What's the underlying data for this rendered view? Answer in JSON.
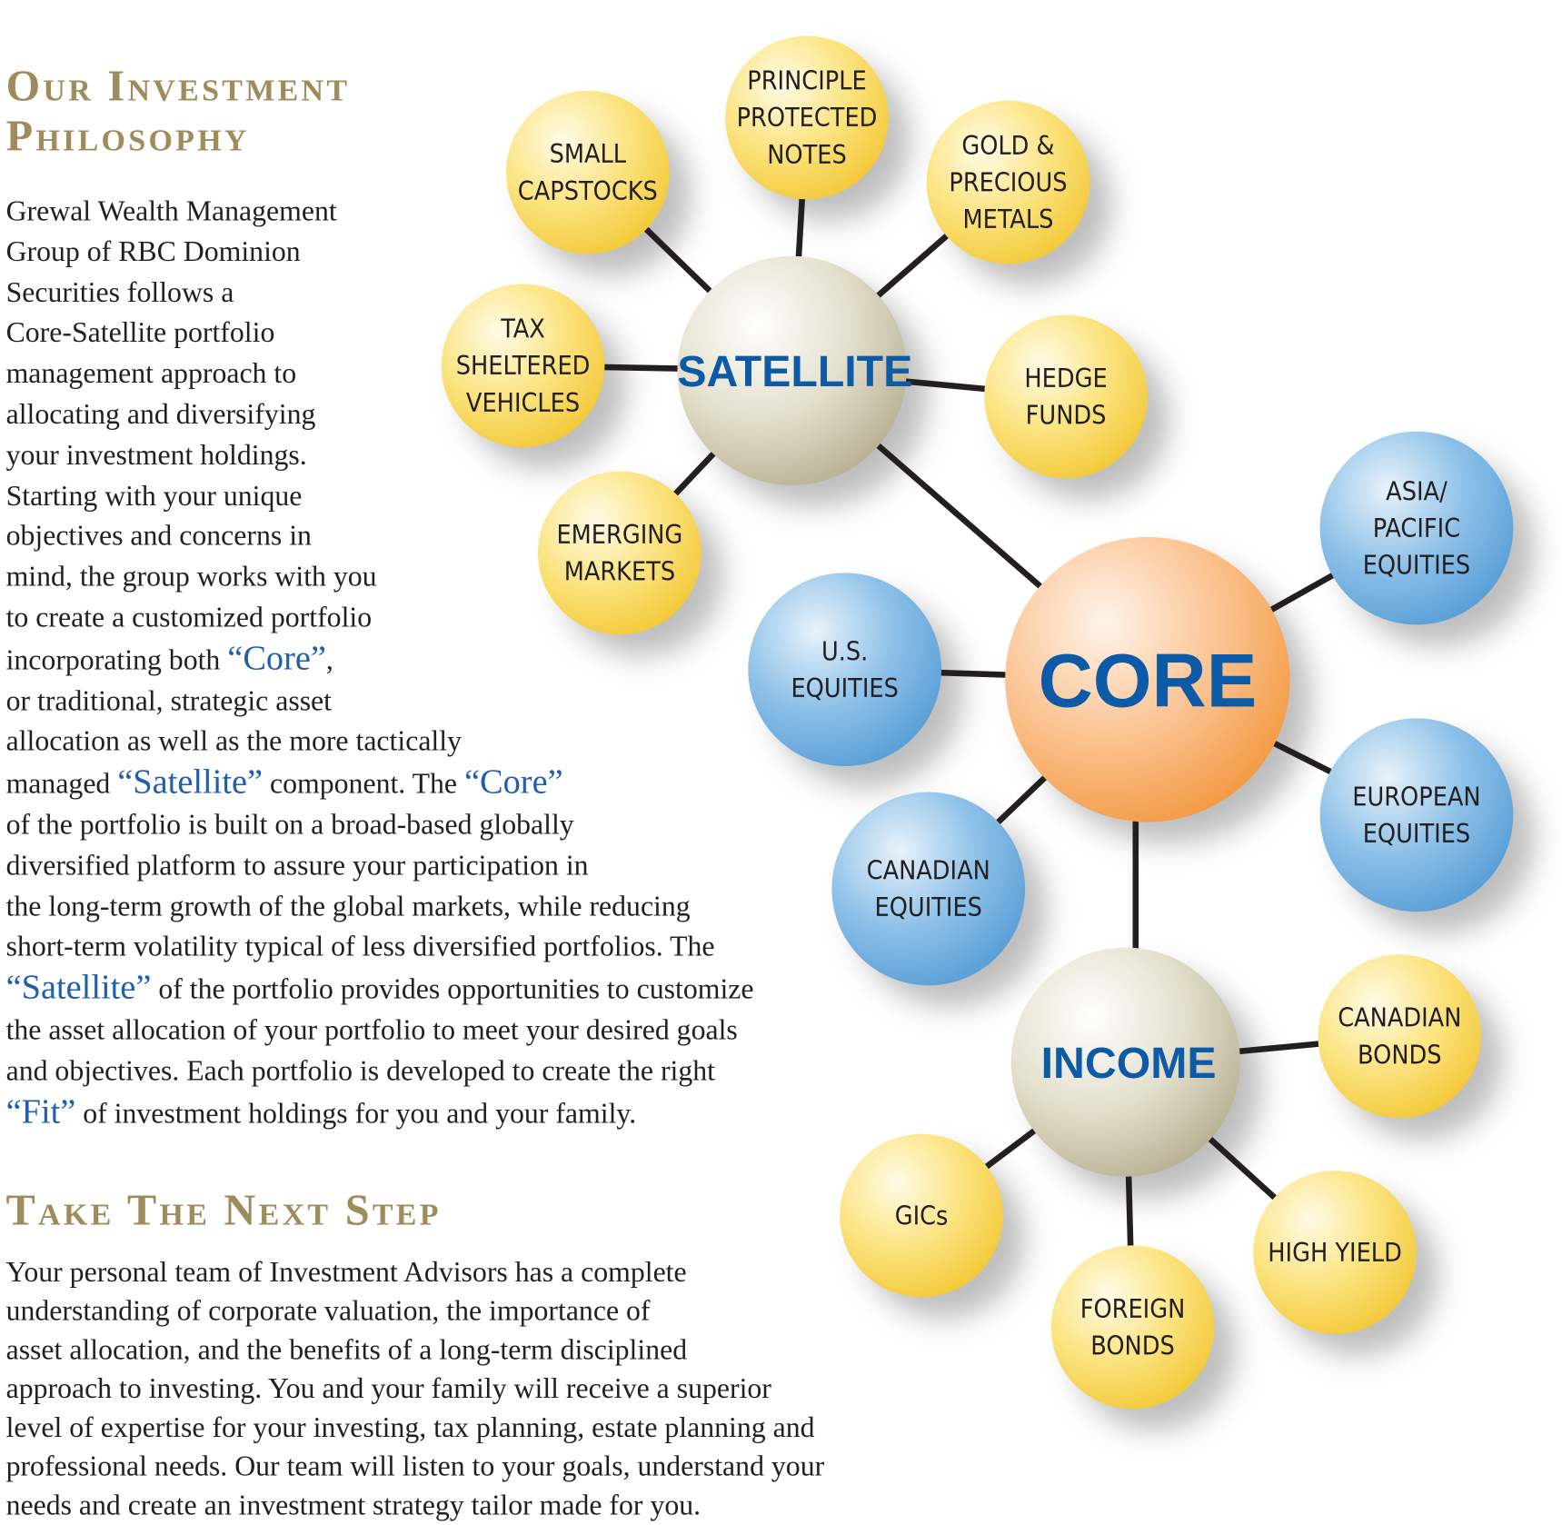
{
  "philosophy": {
    "heading_line1": "Our Investment",
    "heading_line2": "Philosophy",
    "lines": [
      [
        {
          "text": "Grewal Wealth Management"
        }
      ],
      [
        {
          "text": "Group of RBC Dominion"
        }
      ],
      [
        {
          "text": "Securities follows a"
        }
      ],
      [
        {
          "text": "Core-Satellite portfolio"
        }
      ],
      [
        {
          "text": "management approach to"
        }
      ],
      [
        {
          "text": "allocating and diversifying"
        }
      ],
      [
        {
          "text": "your investment holdings."
        }
      ],
      [
        {
          "text": "Starting with your unique"
        }
      ],
      [
        {
          "text": "objectives and concerns in"
        }
      ],
      [
        {
          "text": "mind, the group works with you"
        }
      ],
      [
        {
          "text": "to create a customized portfolio"
        }
      ],
      [
        {
          "text": "incorporating both "
        },
        {
          "text": "“Core”",
          "accent": true
        },
        {
          "text": ","
        }
      ],
      [
        {
          "text": "or traditional, strategic asset"
        }
      ],
      [
        {
          "text": "allocation as well as the more tactically"
        }
      ],
      [
        {
          "text": "managed "
        },
        {
          "text": "“Satellite”",
          "accent": true
        },
        {
          "text": " component.  The "
        },
        {
          "text": "“Core”",
          "accent": true
        }
      ],
      [
        {
          "text": "of the portfolio is built on a broad-based globally"
        }
      ],
      [
        {
          "text": "diversified platform to assure your participation in"
        }
      ],
      [
        {
          "text": "the long-term growth of the global markets, while reducing"
        }
      ],
      [
        {
          "text": "short-term volatility typical of less diversified portfolios.  The"
        }
      ],
      [
        {
          "text": "“Satellite”",
          "accent": true
        },
        {
          "text": " of the portfolio provides opportunities to customize"
        }
      ],
      [
        {
          "text": "the asset allocation of your portfolio to meet your desired goals"
        }
      ],
      [
        {
          "text": "and objectives.  Each portfolio is developed to create the right"
        }
      ],
      [
        {
          "text": "“Fit”",
          "accent": true
        },
        {
          "text": " of investment holdings for you and your family."
        }
      ]
    ]
  },
  "next_step": {
    "heading": "Take The Next Step",
    "lines": [
      "Your personal team of Investment Advisors has a complete",
      "understanding of corporate valuation, the importance of",
      "asset allocation, and the benefits of a long-term disciplined",
      "approach to investing.  You and your family will receive a superior",
      "level of expertise for your investing, tax planning, estate planning and",
      "professional needs. Our team will listen to your goals, understand your",
      "needs and create an investment strategy tailor made for you."
    ]
  },
  "diagram": {
    "colors": {
      "accent": "#0d5aa7",
      "heading": "#9e8c5c",
      "core": "#f6a85a",
      "hub": "#cfc8ae",
      "satellite_node": "#f9d865",
      "blue_node": "#6aaee0"
    },
    "hubs": [
      {
        "id": "satellite",
        "label": "SATELLITE"
      },
      {
        "id": "core",
        "label": "CORE"
      },
      {
        "id": "income",
        "label": "INCOME"
      }
    ],
    "nodes": [
      {
        "hub": "satellite",
        "color": "yellow",
        "lines": [
          "SMALL",
          "CAPSTOCKS"
        ]
      },
      {
        "hub": "satellite",
        "color": "yellow",
        "lines": [
          "PRINCIPLE",
          "PROTECTED",
          "NOTES"
        ]
      },
      {
        "hub": "satellite",
        "color": "yellow",
        "lines": [
          "GOLD &",
          "PRECIOUS",
          "METALS"
        ]
      },
      {
        "hub": "satellite",
        "color": "yellow",
        "lines": [
          "TAX",
          "SHELTERED",
          "VEHICLES"
        ]
      },
      {
        "hub": "satellite",
        "color": "yellow",
        "lines": [
          "HEDGE",
          "FUNDS"
        ]
      },
      {
        "hub": "satellite",
        "color": "yellow",
        "lines": [
          "EMERGING",
          "MARKETS"
        ]
      },
      {
        "hub": "core",
        "color": "blue",
        "lines": [
          "ASIA/",
          "PACIFIC",
          "EQUITIES"
        ]
      },
      {
        "hub": "core",
        "color": "blue",
        "lines": [
          "U.S.",
          "EQUITIES"
        ]
      },
      {
        "hub": "core",
        "color": "blue",
        "lines": [
          "EUROPEAN",
          "EQUITIES"
        ]
      },
      {
        "hub": "core",
        "color": "blue",
        "lines": [
          "CANADIAN",
          "EQUITIES"
        ]
      },
      {
        "hub": "income",
        "color": "yellow",
        "lines": [
          "CANADIAN",
          "BONDS"
        ]
      },
      {
        "hub": "income",
        "color": "yellow",
        "lines": [
          "GICs"
        ]
      },
      {
        "hub": "income",
        "color": "yellow",
        "lines": [
          "HIGH YIELD"
        ]
      },
      {
        "hub": "income",
        "color": "yellow",
        "lines": [
          "FOREIGN",
          "BONDS"
        ]
      }
    ]
  }
}
